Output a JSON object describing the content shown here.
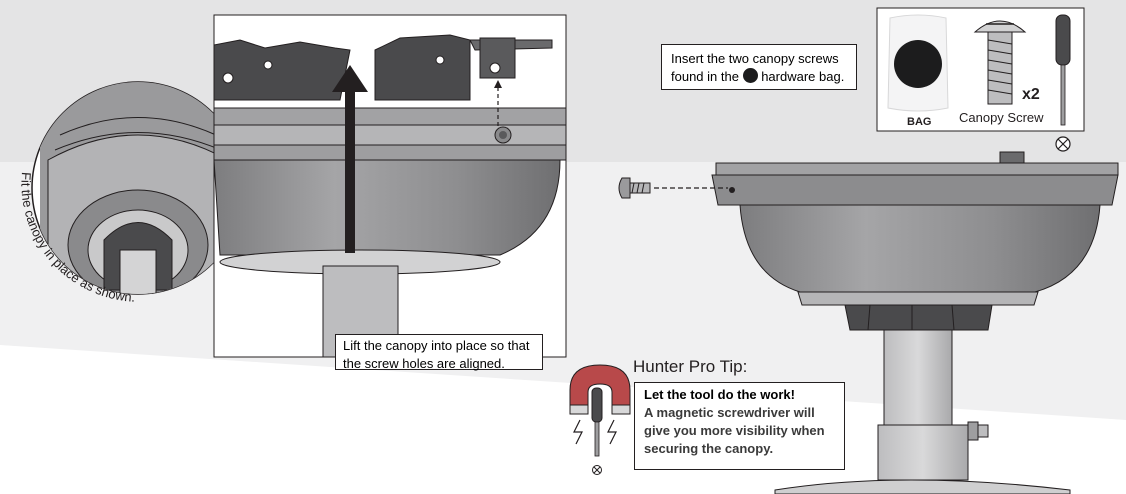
{
  "circle_caption": "Fit the canopy in place as shown.",
  "lift_note": "Lift the canopy into place so that the screw holes are aligned.",
  "insert_note": {
    "line1": "Insert the two canopy screws",
    "line2_before": "found in the",
    "line2_after": "hardware bag."
  },
  "hardware": {
    "bag_label": "BAG",
    "screw_label": "Canopy Screw",
    "quantity": "x2"
  },
  "pro_tip": {
    "title": "Hunter Pro Tip:",
    "heading": "Let the tool do the work!",
    "body": "A magnetic screwdriver will give you more visibility when securing the canopy."
  },
  "colors": {
    "background_band": "#e4e4e5",
    "canopy_gray": "#8c8c8e",
    "dark_part": "#4a4a4c",
    "outline": "#231f20",
    "magnet_red": "#b8494a"
  }
}
